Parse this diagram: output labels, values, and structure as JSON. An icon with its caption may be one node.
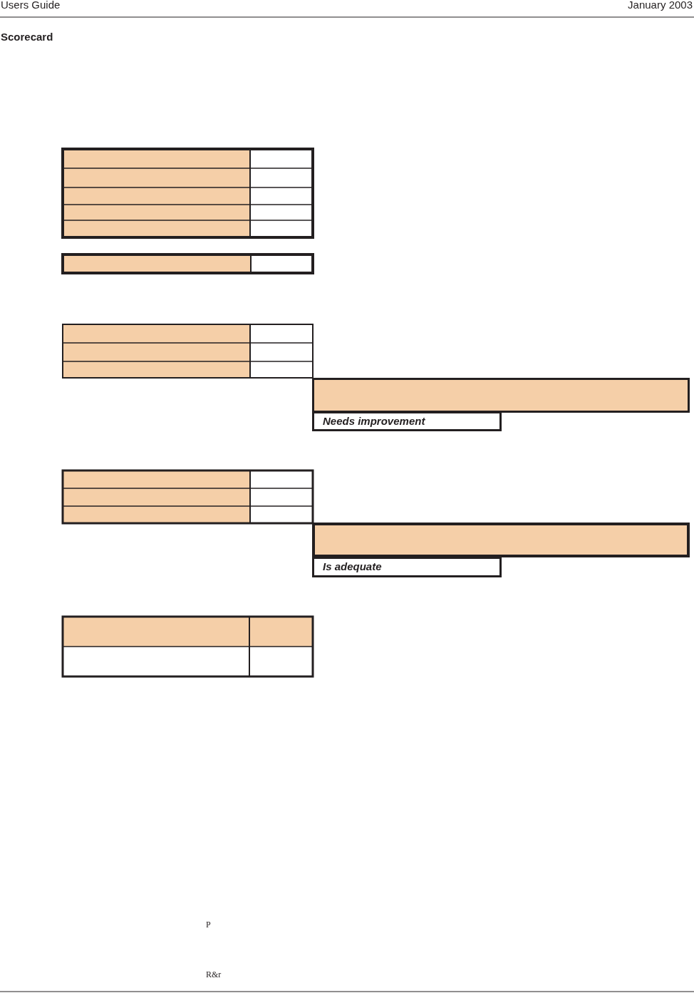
{
  "diagram": {
    "title": "Scorecard",
    "nodes": [
      {
        "text": [],
        "shape": "bar"
      },
      {
        "text": [
          "Needs improvement"
        ]
      },
      {
        "text": [],
        "shape": "bar"
      },
      {
        "text": [
          "Is adequate"
        ]
      }
    ],
    "labels": [
      "Users Guide",
      "January 2003",
      "P",
      "R&r"
    ]
  }
}
